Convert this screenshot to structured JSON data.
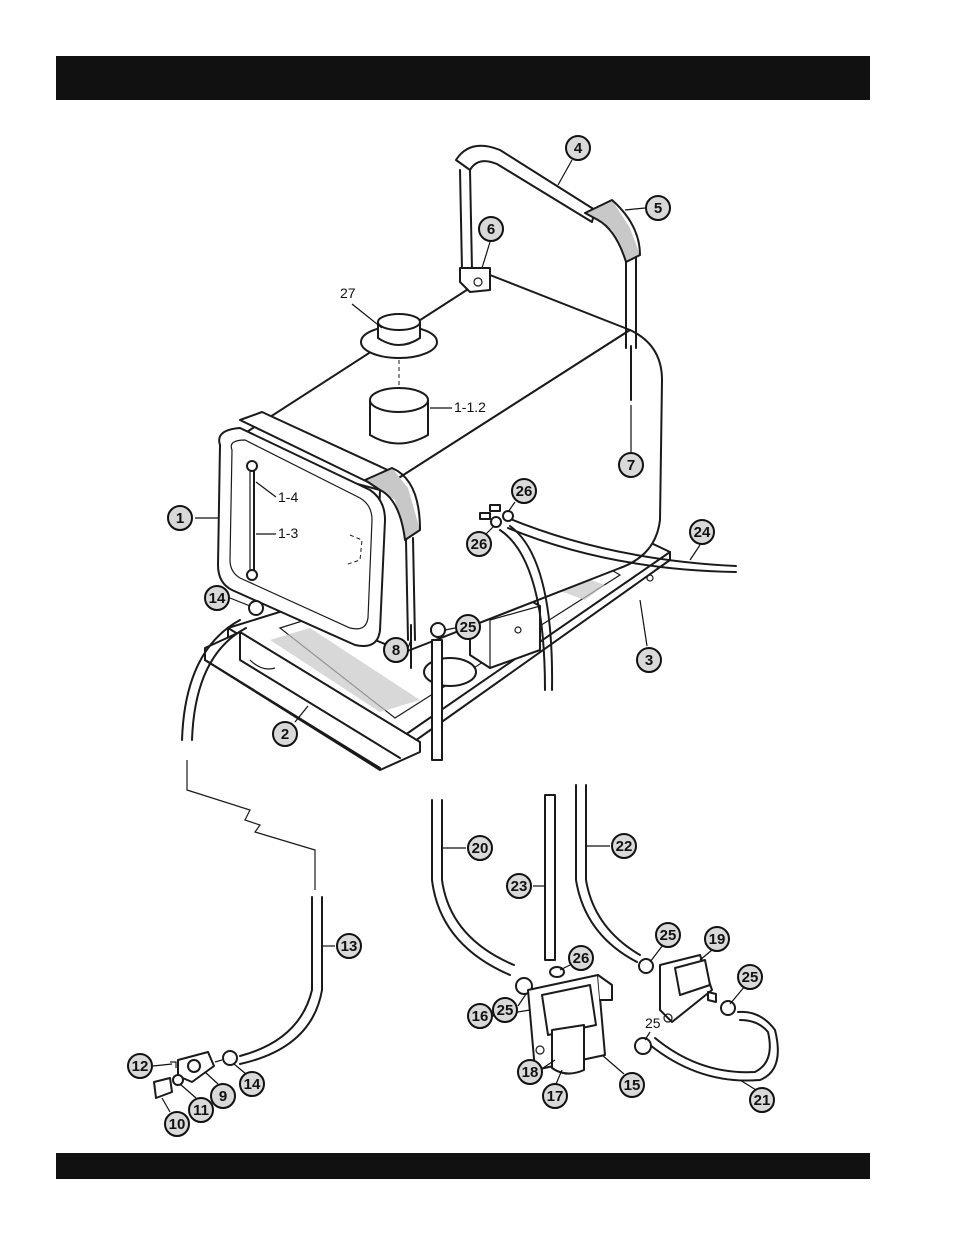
{
  "callouts": [
    {
      "id": "1",
      "label": "1"
    },
    {
      "id": "2",
      "label": "2"
    },
    {
      "id": "3",
      "label": "3"
    },
    {
      "id": "4",
      "label": "4"
    },
    {
      "id": "5",
      "label": "5"
    },
    {
      "id": "6",
      "label": "6"
    },
    {
      "id": "7",
      "label": "7"
    },
    {
      "id": "8",
      "label": "8"
    },
    {
      "id": "9",
      "label": "9"
    },
    {
      "id": "10",
      "label": "10"
    },
    {
      "id": "11",
      "label": "11"
    },
    {
      "id": "12",
      "label": "12"
    },
    {
      "id": "13",
      "label": "13"
    },
    {
      "id": "14a",
      "label": "14"
    },
    {
      "id": "14b",
      "label": "14"
    },
    {
      "id": "15",
      "label": "15"
    },
    {
      "id": "16",
      "label": "16"
    },
    {
      "id": "17",
      "label": "17"
    },
    {
      "id": "18",
      "label": "18"
    },
    {
      "id": "19",
      "label": "19"
    },
    {
      "id": "20",
      "label": "20"
    },
    {
      "id": "21",
      "label": "21"
    },
    {
      "id": "22",
      "label": "22"
    },
    {
      "id": "23",
      "label": "23"
    },
    {
      "id": "24",
      "label": "24"
    },
    {
      "id": "25a",
      "label": "25"
    },
    {
      "id": "25b",
      "label": "25"
    },
    {
      "id": "25c",
      "label": "25"
    },
    {
      "id": "25d",
      "label": "25"
    },
    {
      "id": "26a",
      "label": "26"
    },
    {
      "id": "26b",
      "label": "26"
    },
    {
      "id": "26c",
      "label": "26"
    }
  ],
  "plain_labels": {
    "label_27": "27",
    "label_1_1_2": "1-1.2",
    "label_1_4": "1-4",
    "label_1_3": "1-3",
    "label_25_plain": "25"
  }
}
